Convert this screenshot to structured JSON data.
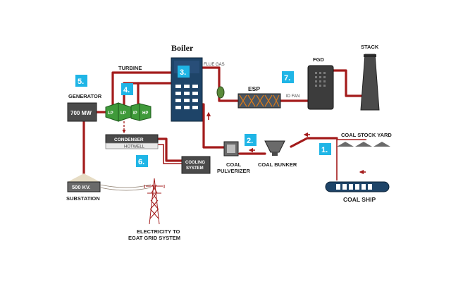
{
  "title": "Boiler",
  "labels": {
    "turbine": "TURBINE",
    "flue_gas": "FLUE GAS",
    "esp": "ESP",
    "id_fan": "ID FAN",
    "fgd": "FGD",
    "stack": "STACK",
    "generator": "GENERATOR",
    "generator_output": "700 MW",
    "turbine_lp1": "LP",
    "turbine_lp2": "LP",
    "turbine_ip": "IP",
    "turbine_hp": "HP",
    "condenser": "CONDENSER",
    "hotwell": "HOTWELL",
    "cooling_line1": "COOLING",
    "cooling_line2": "SYSTEM",
    "coal_pulverizer_line1": "COAL",
    "coal_pulverizer_line2": "PULVERIZER",
    "coal_bunker": "COAL BUNKER",
    "coal_stock_yard": "COAL STOCK YARD",
    "coal_ship": "COAL SHIP",
    "substation_voltage": "500 KV.",
    "substation": "SUBSTATION",
    "grid_line1": "ELECTRICITY TO",
    "grid_line2": "EGAT GRID SYSTEM"
  },
  "steps": [
    "1.",
    "2.",
    "3.",
    "4.",
    "5.",
    "6.",
    "7."
  ],
  "colors": {
    "pipe": "#a31b1b",
    "step_badge": "#1fb5e6",
    "dark_box": "#4a4a4a",
    "boiler": "#1e4468",
    "turbine_green": "#3f9a3a"
  }
}
